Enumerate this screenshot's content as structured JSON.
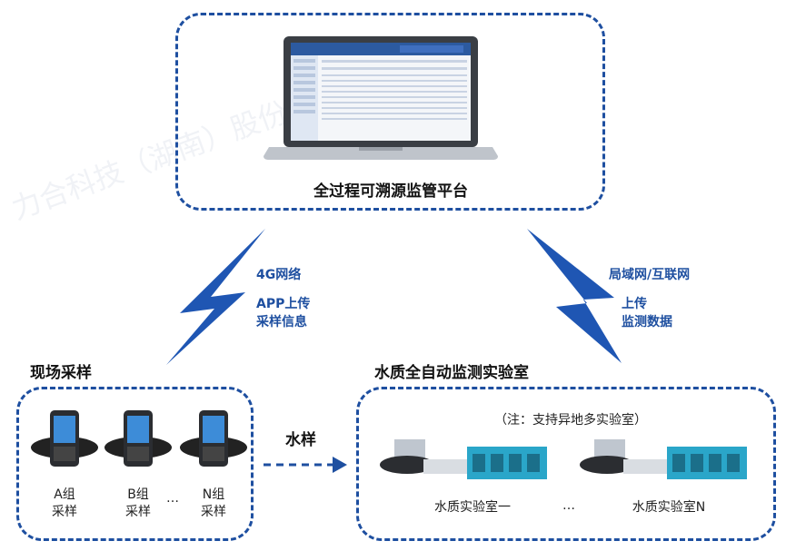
{
  "platform": {
    "title": "全过程可溯源监管平台"
  },
  "left_link": {
    "network": "4G网络",
    "line1": "APP上传",
    "line2": "采样信息"
  },
  "right_link": {
    "network": "局域网/互联网",
    "line1": "上传",
    "line2": "监测数据"
  },
  "field": {
    "title": "现场采样",
    "groups": [
      {
        "name": "A组",
        "sub": "采样"
      },
      {
        "name": "B组",
        "sub": "采样"
      },
      {
        "name": "N组",
        "sub": "采样"
      }
    ],
    "ellipsis": "…"
  },
  "transfer": {
    "label": "水样"
  },
  "lab": {
    "title": "水质全自动监测实验室",
    "note": "（注：支持异地多实验室）",
    "units": [
      "水质实验室一",
      "水质实验室N"
    ],
    "ellipsis": "…"
  },
  "watermark": {
    "text": "力合科技（湖南）股份有限公司"
  },
  "colors": {
    "accent": "#1e4fa0",
    "lightning": "#1f56b3"
  }
}
